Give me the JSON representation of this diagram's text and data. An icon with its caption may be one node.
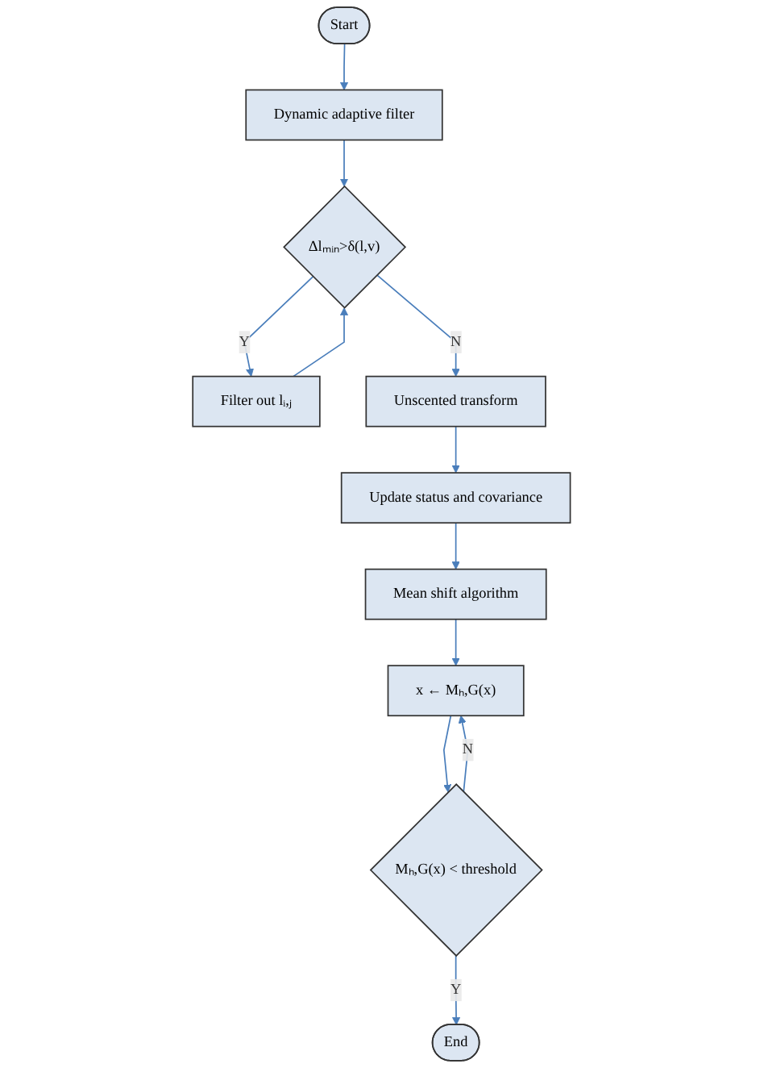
{
  "diagram": {
    "nodes": [
      {
        "text": [
          "Start"
        ]
      },
      {
        "text": [
          "Dynamic adaptive filter"
        ]
      },
      {
        "text": [
          "Δlₘᵢₙ>δ(l,v)"
        ]
      },
      {
        "text": [
          "Filter out lᵢ,ⱼ"
        ]
      },
      {
        "text": [
          "Unscented transform"
        ]
      },
      {
        "text": [
          "Update status and covariance"
        ]
      },
      {
        "text": [
          "Mean shift algorithm"
        ]
      },
      {
        "text": [
          "x ← Mₕ,G(x)"
        ]
      },
      {
        "text": [
          "Mₕ,G(x) < threshold"
        ]
      },
      {
        "text": [
          "End"
        ]
      }
    ],
    "edges": [
      {
        "from": 0,
        "to": 1,
        "arrow": "to"
      },
      {
        "from": 1,
        "to": 2,
        "arrow": "to"
      },
      {
        "from": 2,
        "to": 3,
        "arrow": "to",
        "label": "Y"
      },
      {
        "from": 3,
        "to": 2,
        "arrow": "to"
      },
      {
        "from": 2,
        "to": 4,
        "arrow": "to",
        "label": "N"
      },
      {
        "from": 4,
        "to": 5,
        "arrow": "to"
      },
      {
        "from": 5,
        "to": 6,
        "arrow": "to"
      },
      {
        "from": 6,
        "to": 7,
        "arrow": "to"
      },
      {
        "from": 7,
        "to": 8,
        "arrow": "to"
      },
      {
        "from": 8,
        "to": 7,
        "arrow": "to",
        "label": "N"
      },
      {
        "from": 8,
        "to": 9,
        "arrow": "to",
        "label": "Y"
      }
    ]
  }
}
